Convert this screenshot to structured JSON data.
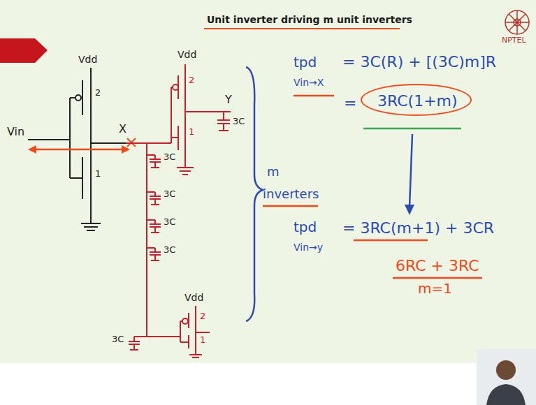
{
  "diagram": {
    "title": "Unit inverter driving m unit inverters",
    "nodes": [
      {
        "text": [
          "3RC(1+m)"
        ]
      }
    ],
    "labels": [
      "Vdd",
      "2",
      "1",
      "Vin",
      "X",
      "Vdd",
      "2",
      "1",
      "Y",
      "3C",
      "3C",
      "3C",
      "3C",
      "3C",
      "Vdd",
      "2",
      "1",
      "3C",
      "m",
      "inverters",
      "tpd",
      "Vin→X",
      "= 3C(R) + [(3C)m]R",
      "=",
      "tpd",
      "Vin→y",
      "= 3RC(m+1) + 3CR",
      "6RC + 3RC",
      "m=1",
      "NPTEL"
    ]
  }
}
